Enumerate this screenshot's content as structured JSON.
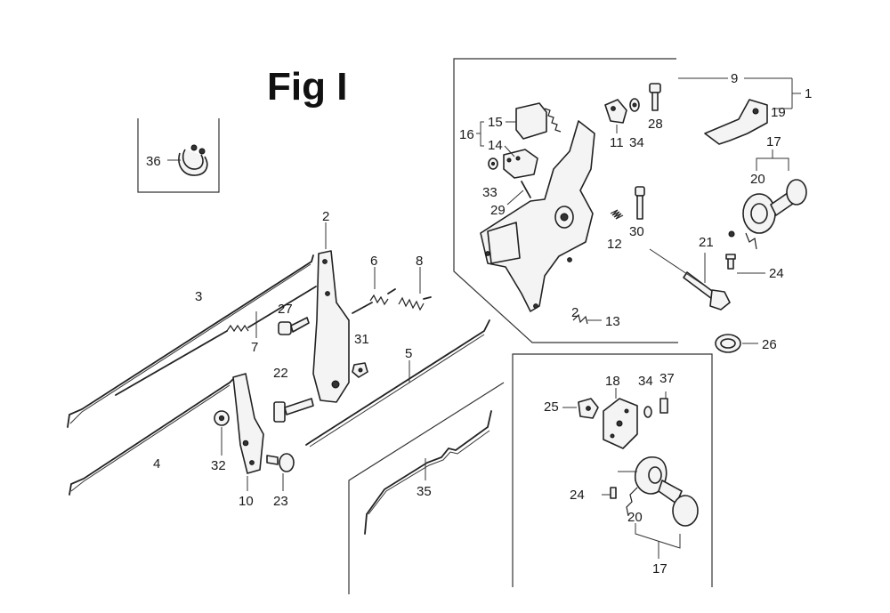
{
  "title": "Fig I",
  "callouts": {
    "c1": "1",
    "c2a": "2",
    "c2b": "2",
    "c3": "3",
    "c4": "4",
    "c5": "5",
    "c6": "6",
    "c7": "7",
    "c8": "8",
    "c9": "9",
    "c10": "10",
    "c11": "11",
    "c12": "12",
    "c13": "13",
    "c14": "14",
    "c15": "15",
    "c16": "16",
    "c17a": "17",
    "c17b": "17",
    "c18": "18",
    "c19": "19",
    "c20a": "20",
    "c20b": "20",
    "c21": "21",
    "c22": "22",
    "c23": "23",
    "c24a": "24",
    "c24b": "24",
    "c25": "25",
    "c26": "26",
    "c27": "27",
    "c28": "28",
    "c29": "29",
    "c30": "30",
    "c31": "31",
    "c32": "32",
    "c33": "33",
    "c34a": "34",
    "c34b": "34",
    "c35": "35",
    "c36": "36",
    "c37": "37"
  }
}
